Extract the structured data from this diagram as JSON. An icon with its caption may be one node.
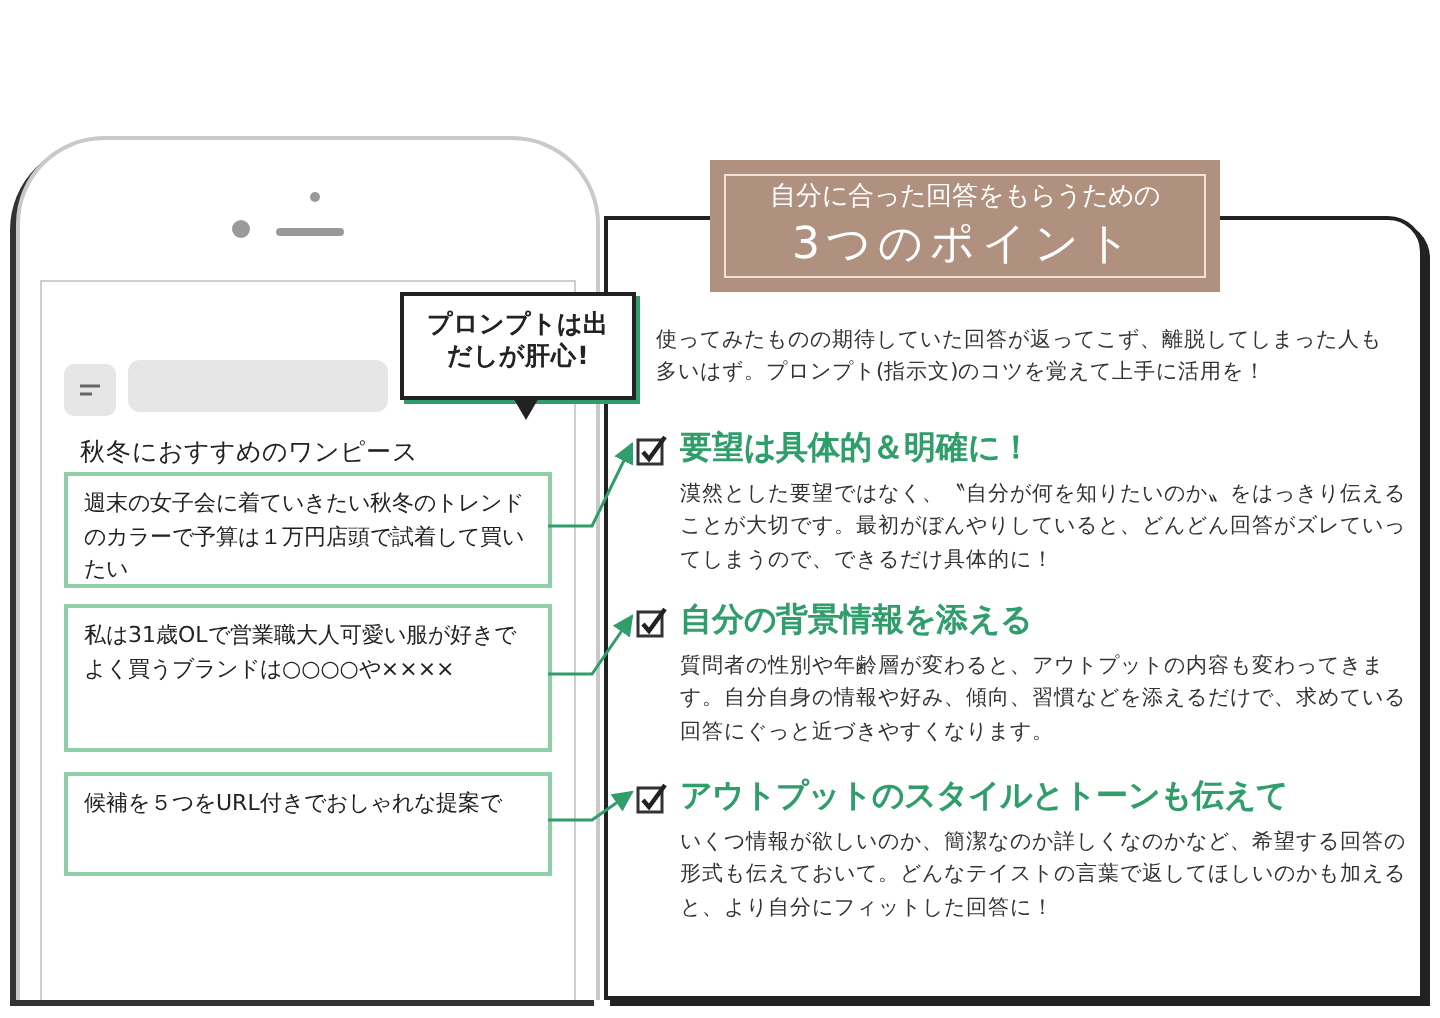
{
  "diagram": {
    "nodes": [
      {
        "text": [
          "秋冬におすすめのワンピース"
        ]
      },
      {
        "text": [
          "週末の女子会に着ていきたい秋冬のトレンドのカラーで予算は１万円店頭で試着して買いたい"
        ],
        "in": 0
      },
      {
        "text": [
          "私は31歳OLで営業職大人可愛い服が好きでよく買うブランドは○○○○や××××"
        ],
        "in": 0
      },
      {
        "text": [
          "候補を５つをURL付きでおしゃれな提案で"
        ],
        "in": 0
      },
      {
        "text": [
          "プロンプトは出だしが肝心!"
        ]
      },
      {
        "text": [
          "自分に合った回答をもらうための",
          "3つのポイント"
        ]
      },
      {
        "text": [
          "使ってみたものの期待していた回答が返ってこず、離脱してしまった人も多いはず。プロンプト(指示文)のコツを覚えて上手に活用を！"
        ]
      },
      {
        "text": [
          "要望は具体的＆明確に！",
          "漠然とした要望ではなく、〝自分が何を知りたいのか〟をはっきり伝えることが大切です。最初がぼんやりしていると、どんどん回答がズレていってしまうので、できるだけ具体的に！"
        ],
        "in": 6
      },
      {
        "text": [
          "自分の背景情報を添える",
          "質問者の性別や年齢層が変わると、アウトプットの内容も変わってきます。自分自身の情報や好み、傾向、習慣などを添えるだけで、求めている回答にぐっと近づきやすくなります。"
        ],
        "in": 6
      },
      {
        "text": [
          "アウトプットのスタイルとトーンも伝えて",
          "いくつ情報が欲しいのか、簡潔なのか詳しくなのかなど、希望する回答の形式も伝えておいて。どんなテイストの言葉で返してほしいのかも加えると、より自分にフィットした回答に！"
        ],
        "in": 6
      }
    ],
    "edges": [
      {
        "from": 1,
        "to": 7,
        "arrow": "to"
      },
      {
        "from": 2,
        "to": 8,
        "arrow": "to"
      },
      {
        "from": 3,
        "to": 9,
        "arrow": "to"
      }
    ]
  }
}
